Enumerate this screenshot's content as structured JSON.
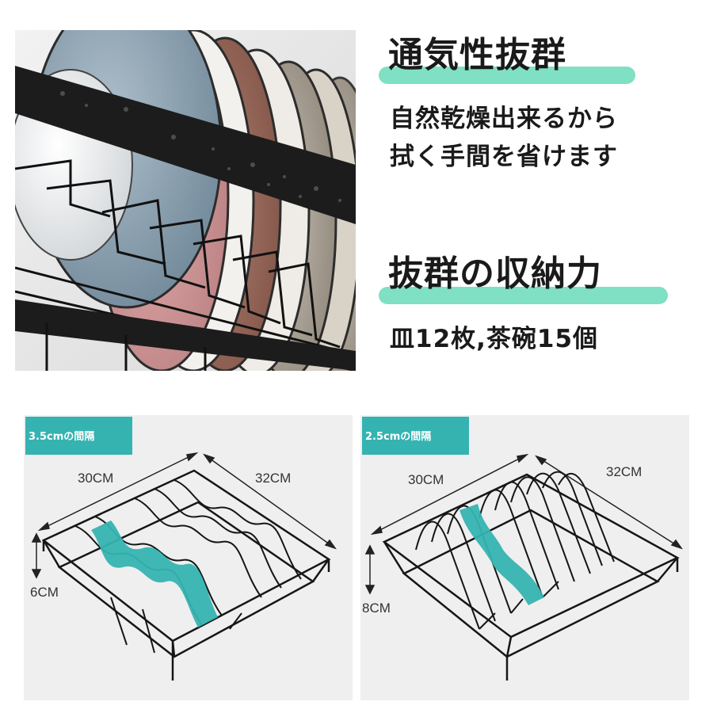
{
  "features": [
    {
      "title": "通気性抜群",
      "lines": [
        "自然乾燥出来るから",
        "拭く手間を省けます"
      ]
    },
    {
      "title": "抜群の収納力",
      "lines": [
        "皿12枚,茶碗15個"
      ]
    }
  ],
  "racks": [
    {
      "badge": "3.5cmの間隔",
      "width_label": "30CM",
      "depth_label": "32CM",
      "height_label": "6CM"
    },
    {
      "badge": "2.5cmの間隔",
      "width_label": "30CM",
      "depth_label": "32CM",
      "height_label": "8CM"
    }
  ],
  "colors": {
    "accent_teal": "#35b3b1",
    "highlight_mint": "#7fe0c3",
    "rack_black": "#1c1c1c"
  }
}
